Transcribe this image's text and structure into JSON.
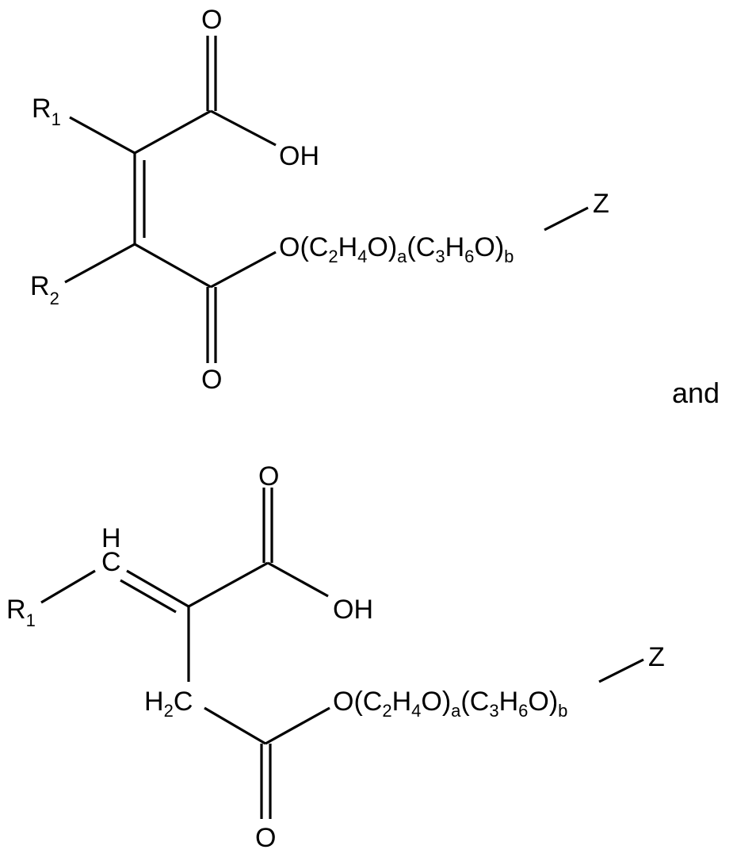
{
  "figure": {
    "type": "chemical-structures",
    "connector_text": "and",
    "structure_1": {
      "name": "maleic half-ester",
      "labels": {
        "top_oxygen": "O",
        "hydroxyl": "OH",
        "r1": "R",
        "r1_sub": "1",
        "r2": "R",
        "r2_sub": "2",
        "bottom_oxygen": "O",
        "chain_o": "O(C",
        "chain_sub_1": "2",
        "chain_h": "H",
        "chain_sub_2": "4",
        "chain_close_1": "O)",
        "chain_sub_a": "a",
        "chain_open_2": "(C",
        "chain_sub_3": "3",
        "chain_h2": "H",
        "chain_sub_4": "6",
        "chain_close_2": "O)",
        "chain_sub_b": "b",
        "terminal": "Z"
      }
    },
    "structure_2": {
      "name": "itaconic half-ester",
      "labels": {
        "top_oxygen": "O",
        "hydroxyl": "OH",
        "methine_h": "H",
        "methine_c": "C",
        "r1": "R",
        "r1_sub": "1",
        "methylene_h": "H",
        "methylene_sub": "2",
        "methylene_c": "C",
        "bottom_oxygen": "O",
        "chain_o": "O(C",
        "chain_sub_1": "2",
        "chain_h": "H",
        "chain_sub_2": "4",
        "chain_close_1": "O)",
        "chain_sub_a": "a",
        "chain_open_2": "(C",
        "chain_sub_3": "3",
        "chain_h2": "H",
        "chain_sub_4": "6",
        "chain_close_2": "O)",
        "chain_sub_b": "b",
        "terminal": "Z"
      }
    }
  }
}
